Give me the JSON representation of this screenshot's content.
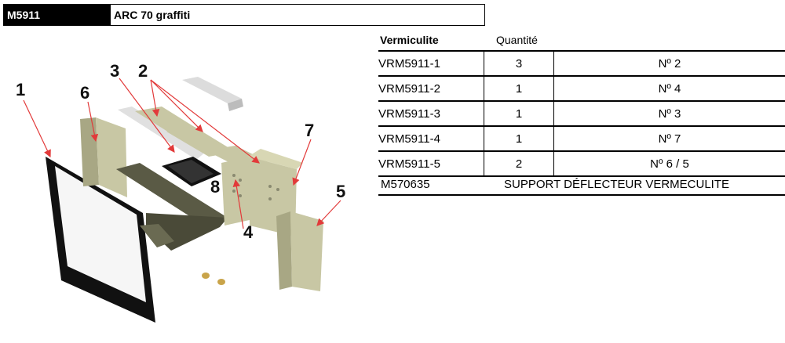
{
  "header": {
    "code": "M5911",
    "name": "ARC 70 graffiti"
  },
  "table": {
    "headers": {
      "ref": "Vermiculite",
      "qty": "Quantité"
    },
    "rows": [
      {
        "ref": "VRM5911-1",
        "qty": "3",
        "pos": "Nº 2"
      },
      {
        "ref": "VRM5911-2",
        "qty": "1",
        "pos": "Nº 4"
      },
      {
        "ref": "VRM5911-3",
        "qty": "1",
        "pos": "Nº 3"
      },
      {
        "ref": "VRM5911-4",
        "qty": "1",
        "pos": "Nº 7"
      },
      {
        "ref": "VRM5911-5",
        "qty": "2",
        "pos": "Nº 6 / 5"
      }
    ],
    "extra": {
      "ref": "M570635",
      "desc": "SUPPORT DÉFLECTEUR VERMECULITE"
    }
  },
  "diagram": {
    "callouts": [
      "1",
      "2",
      "3",
      "4",
      "5",
      "6",
      "7",
      "8"
    ],
    "colors": {
      "vermiculite": "#c8c7a4",
      "vermiculite_dark": "#a8a784",
      "metal": "#5a5a45",
      "arrow": "#e23a3a",
      "glass_frame": "#111111"
    }
  }
}
